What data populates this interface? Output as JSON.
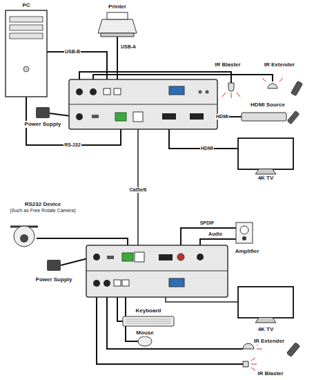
{
  "diagram": {
    "nodes": [
      {
        "text": [
          "PC"
        ]
      },
      {
        "text": [
          "Printer"
        ]
      },
      {
        "text": [
          "IR Blaster"
        ]
      },
      {
        "text": [
          "IR Extender"
        ]
      },
      {
        "text": [
          "Power Supply"
        ]
      },
      {
        "text": [
          "HDMI Source"
        ]
      },
      {
        "text": [
          "4K TV"
        ]
      },
      {
        "text": [
          "RS232 Device",
          "(Such as Free Rotate Camera)"
        ]
      },
      {
        "text": [
          "Amplifier"
        ]
      },
      {
        "text": [
          "Power Supply"
        ]
      },
      {
        "text": [
          "Keyboard"
        ]
      },
      {
        "text": [
          "Mouse"
        ]
      },
      {
        "text": [
          "4K TV"
        ]
      },
      {
        "text": [
          "IR Extender"
        ]
      },
      {
        "text": [
          "IR Blaster"
        ]
      }
    ],
    "labels": [
      "USB-B",
      "USB-A",
      "HDMI",
      "RS-232",
      "HDMI",
      "Cat5e/6",
      "SPDIF",
      "Audio"
    ]
  }
}
